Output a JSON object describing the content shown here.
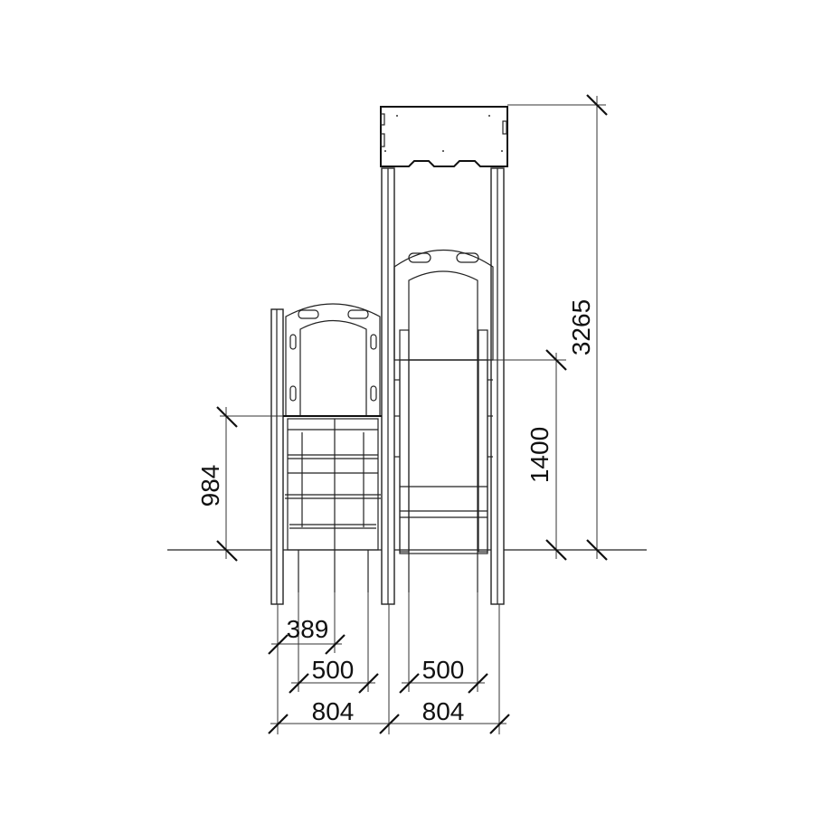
{
  "drawing": {
    "title": "Play tower with slide - front elevation",
    "dimensions": {
      "platform_height": "984",
      "slide_platform_height": "1400",
      "total_height": "3265",
      "left_leg_offset": "389",
      "left_inner_width": "500",
      "right_inner_width": "500",
      "left_outer_width": "804",
      "right_outer_width": "804"
    }
  }
}
